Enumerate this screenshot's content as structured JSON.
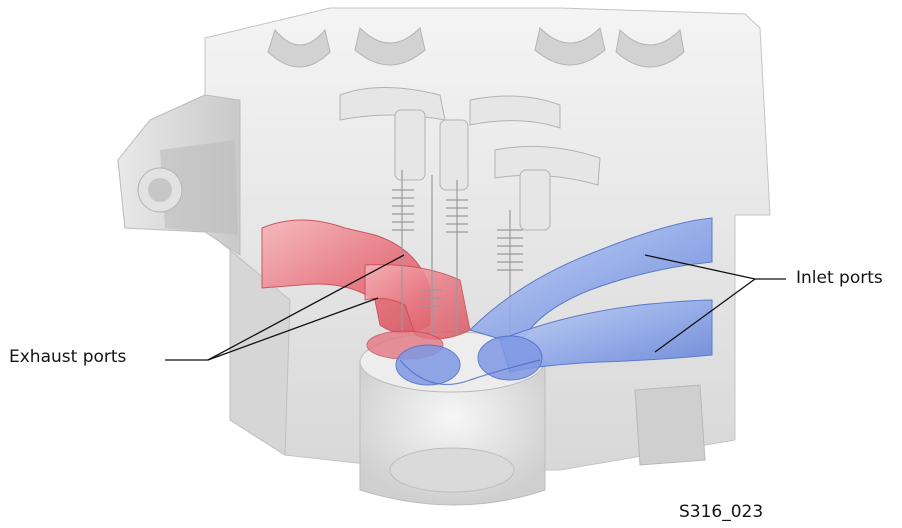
{
  "labels": {
    "exhaust_ports": "Exhaust ports",
    "inlet_ports": "Inlet ports",
    "figure_ref": "S316_023"
  },
  "colors": {
    "background": "#ffffff",
    "block": "#e3e3e3",
    "block_shadow": "#bdbdbd",
    "exhaust": "#e8707a",
    "inlet": "#6f8fe0",
    "leader_line": "#111111"
  },
  "icons": {
    "illustration": "cylinder-head-cutaway-illustration"
  }
}
